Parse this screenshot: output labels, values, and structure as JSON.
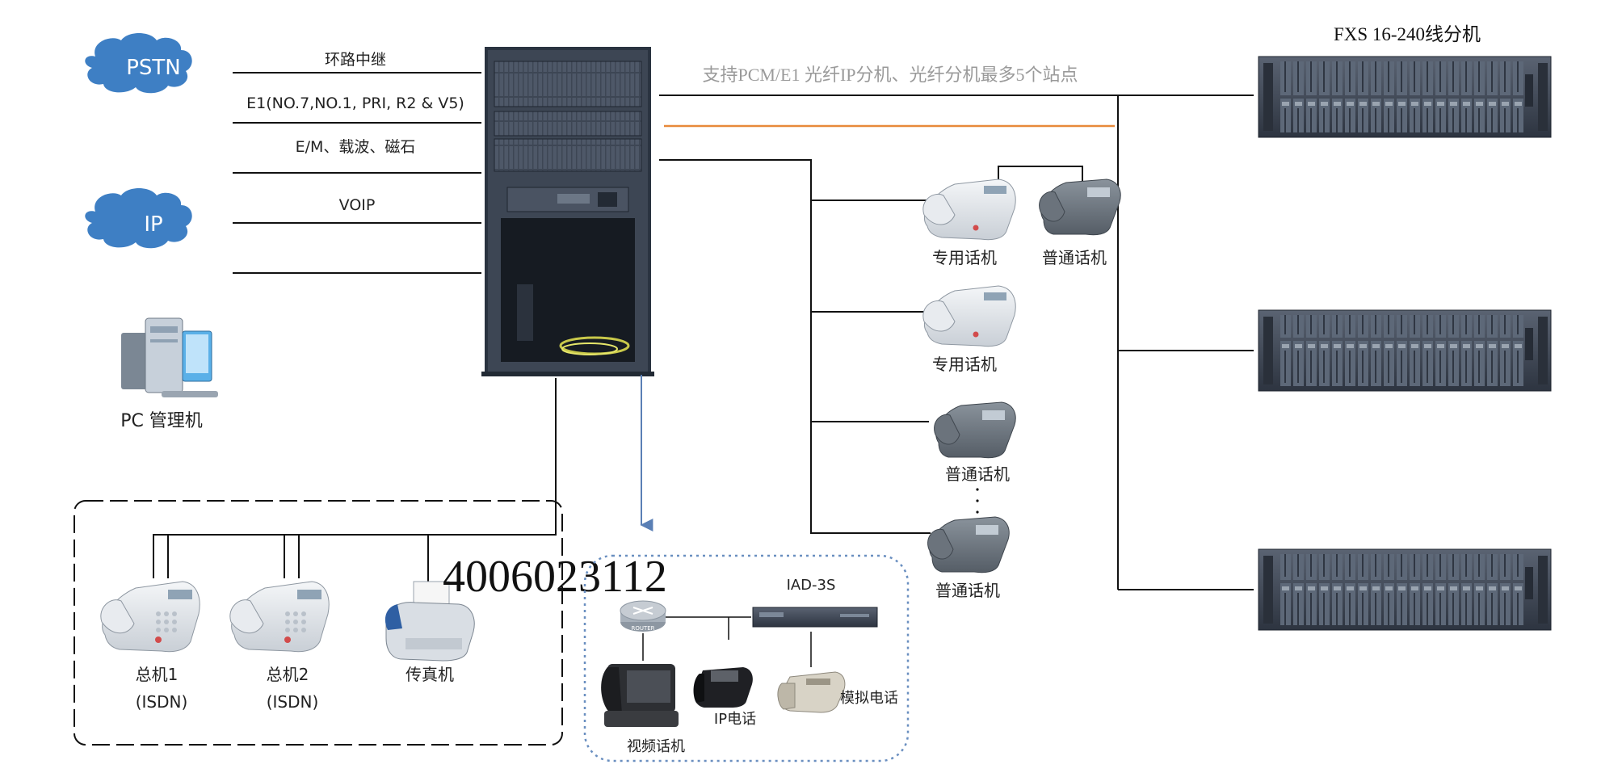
{
  "clouds": {
    "pstn": "PSTN",
    "ip": "IP"
  },
  "trunks": {
    "loop": "环路中继",
    "e1": "E1(NO.7,NO.1, PRI, R2 & V5)",
    "em": "E/M、载波、磁石",
    "voip": "VOIP"
  },
  "pc": {
    "label": "PC 管理机"
  },
  "fiber_note": "支持PCM/E1  光纤IP分机、光纤分机最多5个站点",
  "fxs_title": "FXS 16-240线分机",
  "extensions": {
    "dedicated_1": "专用话机",
    "ordinary_1": "普通话机",
    "dedicated_2": "专用话机",
    "ordinary_2": "普通话机",
    "dots": "·\n·\n·",
    "ordinary_3": "普通话机"
  },
  "isdn_group": {
    "main1_name": "总机1",
    "main1_sub": "(ISDN)",
    "main2_name": "总机2",
    "main2_sub": "(ISDN)",
    "fax": "传真机"
  },
  "hotline": "4006023112",
  "ip_group": {
    "iad": "IAD-3S",
    "router": "ROUTER",
    "video_phone": "视频话机",
    "ip_phone": "IP电话",
    "analog_phone": "模拟电话"
  },
  "colors": {
    "cloud": "#3e7fc4",
    "line": "#111111",
    "orange_line": "#e88a3a",
    "blue_arrow": "#5a7fb5",
    "dotted_border": "#6a8fc0",
    "gray_text": "#9a9a9a",
    "rack_frame": "#2a3340",
    "chassis": "#3b4453"
  }
}
